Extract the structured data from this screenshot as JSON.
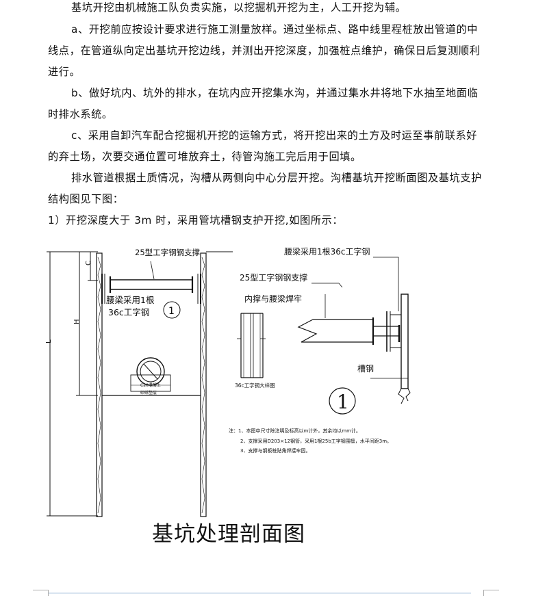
{
  "paragraphs": [
    "基坑开挖由机械施工队负责实施，以挖掘机开挖为主，人工开挖为辅。",
    "a、开挖前应按设计要求进行施工测量放样。通过坐标点、路中线里程桩放出管道的中线点，在管道纵向定出基坑开挖边线，并测出开挖深度，加强桩点维护，确保日后复测顺利进行。",
    "b、做好坑内、坑外的排水，在坑内应开挖集水沟，并通过集水井将地下水抽至地面临时排水系统。",
    "c、采用自卸汽车配合挖掘机开挖的运输方式，将开挖出来的土方及时运至事前联系好的弃土场，次要交通位置可堆放弃土，待管沟施工完后用于回填。",
    "排水管道根据土质情况，沟槽从两侧向中心分层开挖。沟槽基坑开挖断面图及基坑支护结构图见下图：",
    "1）开挖深度大于 3m 时，采用管坑槽钢支护开挖,如图所示："
  ],
  "drawing": {
    "left_view": {
      "strut_label": "25型工字钢钢支撑",
      "waler_label_1": "腰梁采用1根",
      "waler_label_2": "36c工字钢",
      "detail_mark": "1",
      "dim_c": "C",
      "dim_h": "H",
      "dim_l": "L",
      "pipe_label_1": "C20混凝土",
      "pipe_label_2": "砂砾垫层"
    },
    "detail_view": {
      "waler_label": "腰梁采用1根36c工字钢",
      "strut_label": "25型工字钢钢支撑",
      "weld_label": "内撑与腰梁焊牢",
      "channel_label": "槽钢",
      "section_caption": "36c工字钢大样图",
      "detail_mark": "1"
    },
    "notes": [
      "注：1、本图中尺寸除注明及标高以m计外，其余均以mm计。",
      "2、支撑采用D203×12钢管，采用1根25b工字钢围檩，水平间距3m。",
      "3、支撑与钢板桩贴角焊接牢固。"
    ]
  },
  "caption": "基坑处理剖面图"
}
